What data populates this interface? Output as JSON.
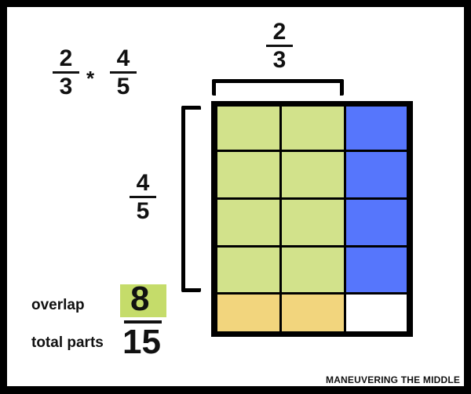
{
  "equation": {
    "left": {
      "numerator": "2",
      "denominator": "3"
    },
    "operator": "*",
    "right": {
      "numerator": "4",
      "denominator": "5"
    }
  },
  "top_label": {
    "numerator": "2",
    "denominator": "3"
  },
  "side_label": {
    "numerator": "4",
    "denominator": "5"
  },
  "grid": {
    "rows": 5,
    "cols": 3,
    "colors": {
      "overlap": "#d2e28b",
      "column_only": "#5676fc",
      "row_only": "#f2d57d",
      "empty": "#ffffff",
      "highlight": "#c5dc6a"
    },
    "cells": [
      [
        "overlap",
        "overlap",
        "column_only"
      ],
      [
        "overlap",
        "overlap",
        "column_only"
      ],
      [
        "overlap",
        "overlap",
        "column_only"
      ],
      [
        "overlap",
        "overlap",
        "column_only"
      ],
      [
        "row_only",
        "row_only",
        "empty"
      ]
    ]
  },
  "result": {
    "overlap_label": "overlap",
    "total_label": "total parts",
    "numerator": "8",
    "denominator": "15"
  },
  "brand": "MANEUVERING THE MIDDLE"
}
